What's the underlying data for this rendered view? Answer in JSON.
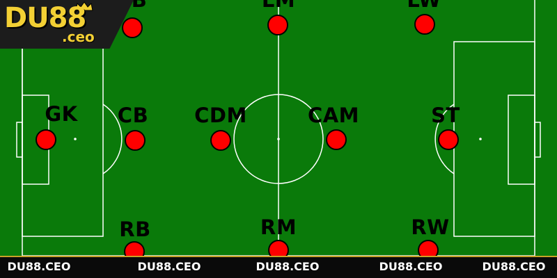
{
  "colors": {
    "pitch": "#0a7a0a",
    "lines": "#ffffff",
    "player": "#ff0000",
    "brand_gold": "#f3d034",
    "bar": "#0a0a0a"
  },
  "logo": {
    "main": "DU88",
    "sub": ".ceo",
    "icon": "crown-icon"
  },
  "positions": {
    "lb": "B",
    "lm": "LM",
    "lw": "LW",
    "gk": "GK",
    "cb": "CB",
    "cdm": "CDM",
    "cam": "CAM",
    "st": "ST",
    "rb": "RB",
    "rm": "RM",
    "rw": "RW"
  },
  "bottom_bar": {
    "watermarks": [
      "DU88.CEO",
      "DU88.CEO",
      "DU88.CEO",
      "DU88.CEO",
      "DU88.CEO"
    ]
  }
}
